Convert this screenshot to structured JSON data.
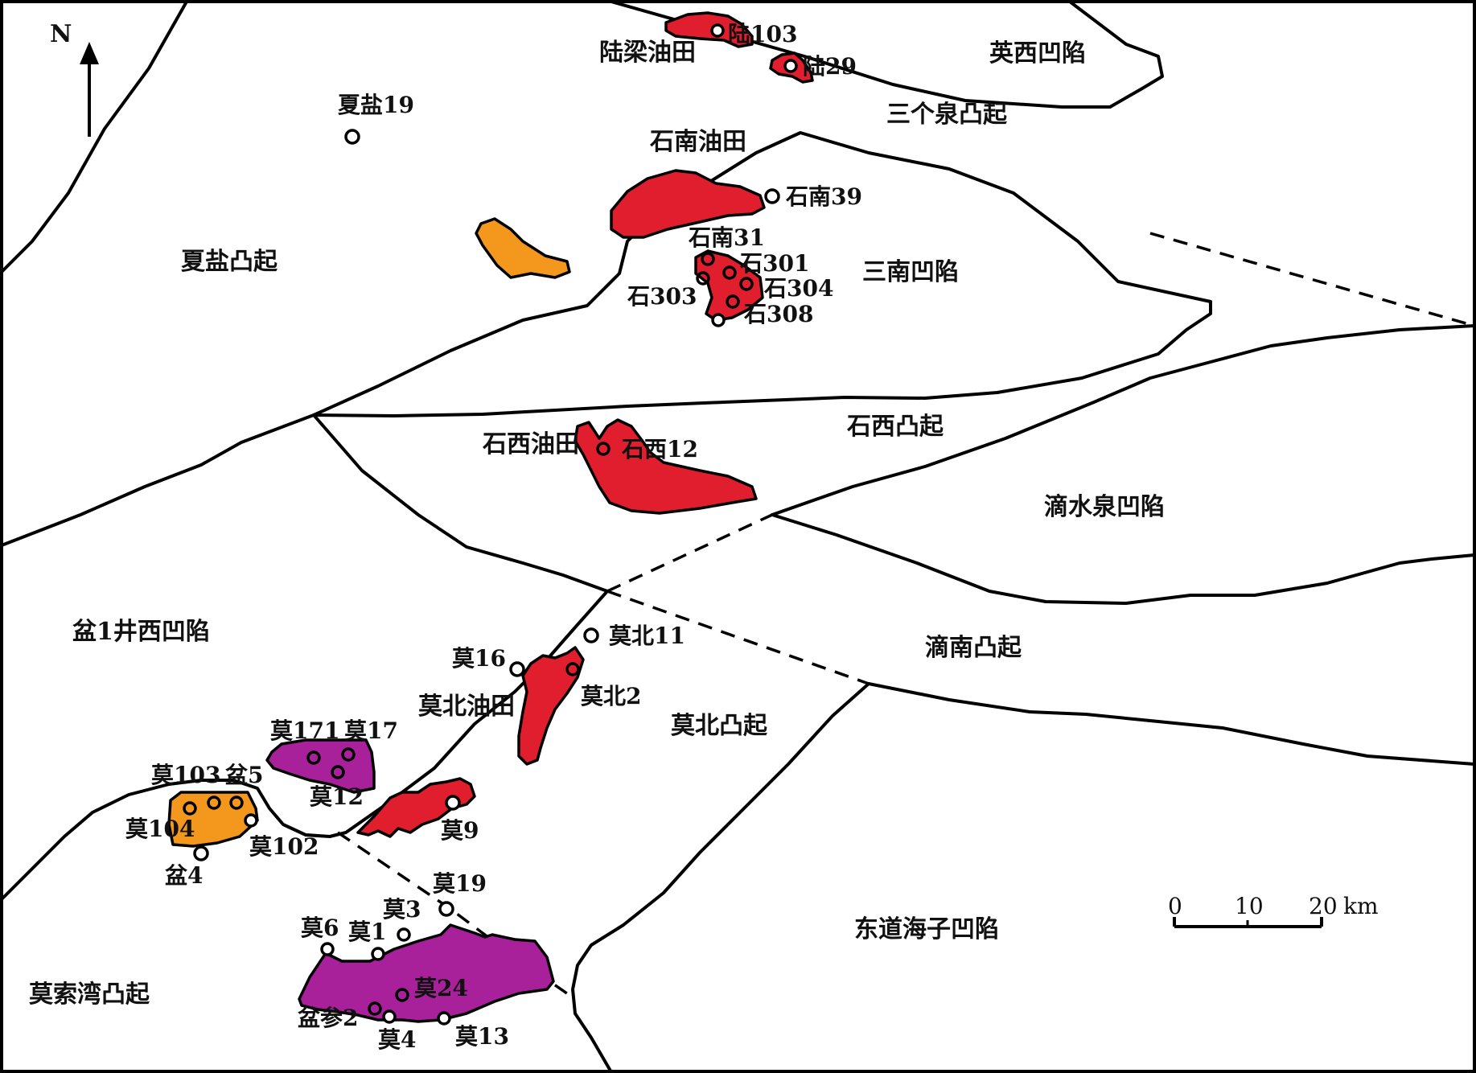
{
  "colors": {
    "oil_field": "#e01e2d",
    "gas_condensate_field": "#f4981d",
    "purple_field": "#a8219a",
    "boundary": "#000000",
    "background": "#ffffff"
  },
  "north_arrow": {
    "label": "N",
    "icon": "north-arrow-icon"
  },
  "scale_bar": {
    "ticks": [
      "0",
      "10",
      "20"
    ],
    "unit": "km"
  },
  "regions": {
    "yingxi_sag": "英西凹陷",
    "sangequan_uplift": "三个泉凸起",
    "xiayan_uplift": "夏盐凸起",
    "sannan_sag": "三南凹陷",
    "shixi_uplift": "石西凸起",
    "dishuiquan_sag": "滴水泉凹陷",
    "pen1_west_sag": "盆1井西凹陷",
    "dinan_uplift": "滴南凸起",
    "mobei_uplift": "莫北凸起",
    "dongdaohaizi_sag": "东道海子凹陷",
    "mosuowan_uplift": "莫索湾凸起"
  },
  "fields": {
    "luliang": "陆梁油田",
    "shinan": "石南油田",
    "shixi": "石西油田",
    "mobei": "莫北油田"
  },
  "wells": {
    "lu103": "陆103",
    "lu29": "陆29",
    "xiayan19": "夏盐19",
    "shinan39": "石南39",
    "shinan31": "石南31",
    "shi301": "石301",
    "shi304": "石304",
    "shi303": "石303",
    "shi308": "石308",
    "shixi12": "石西12",
    "mobei11": "莫北11",
    "mo16": "莫16",
    "mobei2": "莫北2",
    "mo171": "莫171",
    "mo17": "莫17",
    "mo103": "莫103",
    "pen5": "盆5",
    "mo12": "莫12",
    "mo104": "莫104",
    "mo102": "莫102",
    "mo9": "莫9",
    "pen4": "盆4",
    "mo19": "莫19",
    "mo3": "莫3",
    "mo6": "莫6",
    "mo1": "莫1",
    "mo24": "莫24",
    "pencan2": "盆参2",
    "mo4": "莫4",
    "mo13": "莫13"
  }
}
